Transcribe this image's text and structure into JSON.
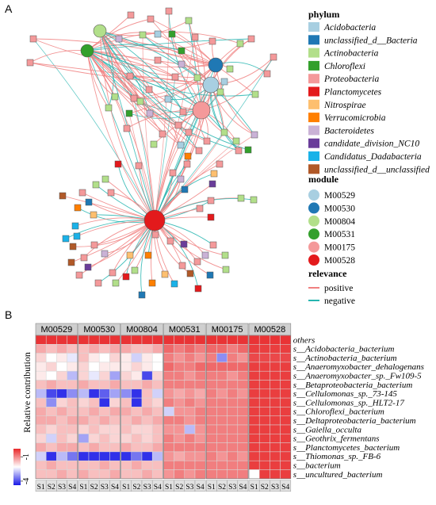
{
  "panels": {
    "a": "A",
    "b": "B"
  },
  "colors": {
    "positive": "#f08080",
    "negative": "#26b5b0",
    "heat_high": "#e8282a",
    "heat_mid": "#ffffff",
    "heat_low": "#1a1ae6"
  },
  "legend_phylum": {
    "title": "phylum",
    "items": [
      {
        "label": "Acidobacteria",
        "color": "#a8cfe1",
        "italic": true
      },
      {
        "label": "unclassified_d__Bacteria",
        "color": "#1f78b4",
        "italic": true
      },
      {
        "label": "Actinobacteria",
        "color": "#b2df8a",
        "italic": true
      },
      {
        "label": "Chloroflexi",
        "color": "#33a02c",
        "italic": true
      },
      {
        "label": "Proteobacteria",
        "color": "#f4999a",
        "italic": true
      },
      {
        "label": "Planctomycetes",
        "color": "#e31a1c",
        "italic": true
      },
      {
        "label": "Nitrospirae",
        "color": "#fdbf6f",
        "italic": true
      },
      {
        "label": "Verrucomicrobia",
        "color": "#ff7f00",
        "italic": true
      },
      {
        "label": "Bacteroidetes",
        "color": "#cab2d6",
        "italic": true
      },
      {
        "label": "candidate_division_NC10",
        "color": "#6a3d9a",
        "italic": true
      },
      {
        "label": "Candidatus_Dadabacteria",
        "color": "#1ab2e8",
        "italic": true
      },
      {
        "label": "unclassified_d__unclassified",
        "color": "#b15928",
        "italic": true
      }
    ]
  },
  "legend_module": {
    "title": "module",
    "items": [
      {
        "label": "M00529",
        "color": "#a8cfe1"
      },
      {
        "label": "M00530",
        "color": "#1f78b4"
      },
      {
        "label": "M00804",
        "color": "#b2df8a"
      },
      {
        "label": "M00531",
        "color": "#33a02c"
      },
      {
        "label": "M00175",
        "color": "#f4999a"
      },
      {
        "label": "M00528",
        "color": "#e31a1c"
      }
    ]
  },
  "legend_relevance": {
    "title": "relevance",
    "items": [
      {
        "label": "positive",
        "color": "#f08080"
      },
      {
        "label": "negative",
        "color": "#26b5b0"
      }
    ]
  },
  "chart_data": {
    "type": "heatmap",
    "ylabel": "Relative contribution",
    "modules": [
      "M00529",
      "M00530",
      "M00804",
      "M00531",
      "M00175",
      "M00528"
    ],
    "samples": [
      "S1",
      "S2",
      "S3",
      "S4"
    ],
    "rows": [
      "others",
      "s__Acidobacteria_bacterium",
      "s__Actinobacteria_bacterium",
      "s__Anaeromyxobacter_dehalogenans",
      "s__Anaeromyxobacter_sp._Fw109-5",
      "s__Betaproteobacteria_bacterium",
      "s__Cellulomonas_sp._73-145",
      "s__Cellulomonas_sp._HLT2-17",
      "s__Chloroflexi_bacterium",
      "s__Deltaproteobacteria_bacterium",
      "s__Gaiella_occulta",
      "s__Geothrix_fermentans",
      "s__Planctomycetes_bacterium",
      "s__Thiomonas_sp._FB-6",
      "s__bacterium",
      "s__uncultured_bacterium"
    ],
    "colorbar": {
      "ticks": [
        -1,
        -4
      ],
      "range": [
        -4.5,
        0
      ]
    },
    "values": [
      [
        0.95,
        0.95,
        0.95,
        0.95,
        0.95,
        0.95,
        0.95,
        0.95,
        0.95,
        0.95,
        0.95,
        0.95,
        0.95,
        0.95,
        0.95,
        0.95,
        0.95,
        0.95,
        0.95,
        0.95,
        0.95,
        0.95,
        0.95,
        0.95
      ],
      [
        0.4,
        0.3,
        0.4,
        0.3,
        0.3,
        0.4,
        0.3,
        0.4,
        0.4,
        0.3,
        0.3,
        0.4,
        0.7,
        0.6,
        0.7,
        0.6,
        0.7,
        0.7,
        0.6,
        0.7,
        0.9,
        0.9,
        0.9,
        0.9
      ],
      [
        0.2,
        0.0,
        0.1,
        -0.1,
        0.3,
        0.1,
        0.0,
        0.2,
        0.1,
        -0.2,
        0.1,
        0.0,
        0.6,
        0.5,
        0.6,
        0.5,
        0.6,
        -0.5,
        0.6,
        0.5,
        0.85,
        0.85,
        0.85,
        0.85
      ],
      [
        0.1,
        0.2,
        0.0,
        0.1,
        0.2,
        0.0,
        0.1,
        0.1,
        0.1,
        0.2,
        0.1,
        0.0,
        0.7,
        0.6,
        0.6,
        0.7,
        0.7,
        0.7,
        0.7,
        0.7,
        0.9,
        0.9,
        0.9,
        0.9
      ],
      [
        0.1,
        0.0,
        0.2,
        -0.3,
        0.2,
        -0.1,
        0.2,
        -0.4,
        0.2,
        0.1,
        -0.8,
        0.2,
        0.6,
        0.6,
        0.5,
        0.6,
        0.6,
        0.6,
        0.5,
        0.6,
        0.9,
        0.9,
        0.9,
        0.9
      ],
      [
        0.3,
        0.4,
        0.3,
        0.3,
        0.4,
        0.3,
        0.3,
        0.4,
        0.3,
        0.3,
        0.4,
        0.3,
        0.6,
        0.6,
        0.6,
        0.6,
        0.6,
        0.6,
        0.6,
        0.6,
        0.9,
        0.9,
        0.9,
        0.9
      ],
      [
        -0.3,
        -0.8,
        -0.9,
        -0.5,
        -0.3,
        -0.9,
        -0.7,
        -0.4,
        -0.5,
        -0.9,
        0.3,
        -0.2,
        0.5,
        0.4,
        0.5,
        0.4,
        0.6,
        0.5,
        0.6,
        0.5,
        0.9,
        0.9,
        0.9,
        0.9
      ],
      [
        0.3,
        -0.5,
        0.2,
        0.3,
        0.2,
        0.3,
        -0.9,
        0.2,
        0.3,
        -0.9,
        0.3,
        0.2,
        0.6,
        0.5,
        0.6,
        0.5,
        0.6,
        0.6,
        0.6,
        0.6,
        0.9,
        0.9,
        0.9,
        0.9
      ],
      [
        0.4,
        0.3,
        0.4,
        0.3,
        0.3,
        0.4,
        0.3,
        0.4,
        0.4,
        0.3,
        0.4,
        0.3,
        -0.2,
        0.5,
        0.5,
        0.6,
        0.6,
        0.6,
        0.6,
        0.6,
        0.9,
        0.9,
        0.9,
        0.9
      ],
      [
        0.4,
        0.4,
        0.3,
        0.4,
        0.4,
        0.3,
        0.4,
        0.3,
        0.3,
        0.4,
        0.3,
        0.4,
        0.6,
        0.6,
        0.5,
        0.6,
        0.6,
        0.6,
        0.6,
        0.6,
        0.9,
        0.9,
        0.9,
        0.9
      ],
      [
        0.3,
        0.2,
        0.3,
        0.3,
        0.2,
        0.3,
        0.2,
        0.2,
        0.3,
        0.2,
        0.2,
        0.3,
        0.5,
        0.5,
        -0.3,
        0.5,
        0.6,
        0.6,
        0.6,
        0.6,
        0.9,
        0.9,
        0.9,
        0.9
      ],
      [
        0.2,
        -0.2,
        0.3,
        0.2,
        -0.4,
        0.2,
        0.3,
        0.2,
        0.2,
        0.3,
        0.2,
        0.3,
        0.6,
        0.5,
        0.6,
        0.5,
        0.6,
        0.6,
        0.6,
        0.6,
        0.9,
        0.9,
        0.9,
        0.9
      ],
      [
        0.4,
        0.3,
        0.4,
        0.4,
        0.3,
        0.4,
        0.3,
        0.3,
        0.4,
        0.3,
        0.3,
        0.4,
        0.6,
        0.6,
        0.6,
        0.6,
        0.6,
        0.6,
        0.6,
        0.6,
        0.9,
        0.9,
        0.9,
        0.9
      ],
      [
        -0.2,
        -0.9,
        -0.3,
        -0.6,
        -0.9,
        -0.9,
        -0.9,
        -0.9,
        -0.9,
        -0.6,
        -0.9,
        -0.3,
        0.5,
        0.4,
        0.5,
        0.5,
        0.6,
        0.5,
        0.6,
        0.5,
        0.9,
        0.9,
        0.9,
        0.9
      ],
      [
        0.3,
        0.4,
        0.3,
        0.3,
        0.3,
        0.3,
        0.4,
        0.3,
        0.3,
        0.4,
        0.3,
        0.3,
        0.6,
        0.6,
        0.6,
        0.6,
        0.6,
        0.6,
        0.6,
        0.6,
        0.9,
        0.9,
        0.9,
        0.9
      ],
      [
        0.3,
        0.3,
        0.4,
        0.3,
        0.4,
        0.3,
        0.3,
        0.4,
        0.3,
        0.3,
        0.4,
        0.3,
        0.5,
        0.6,
        0.5,
        0.6,
        0.6,
        0.6,
        0.6,
        0.6,
        0.0,
        0.9,
        0.9,
        0.9
      ]
    ]
  }
}
